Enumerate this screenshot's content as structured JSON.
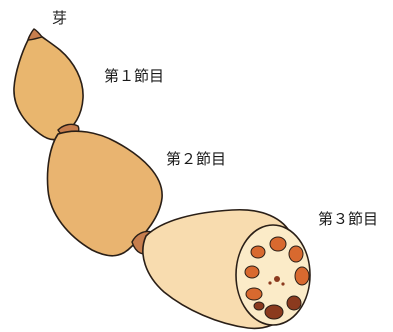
{
  "labels": {
    "bud": "芽",
    "segment1": "第１節目",
    "segment2": "第２節目",
    "segment3": "第３節目"
  },
  "colors": {
    "segment1_fill": "#E9B66E",
    "segment2_fill": "#E9B470",
    "segment3_fill": "#F8DCAF",
    "node_fill": "#C77E4E",
    "outline": "#2a1f17",
    "cut_face": "#FBEBC8",
    "hole_orange": "#D8692F",
    "hole_brown": "#8B3A1E"
  }
}
